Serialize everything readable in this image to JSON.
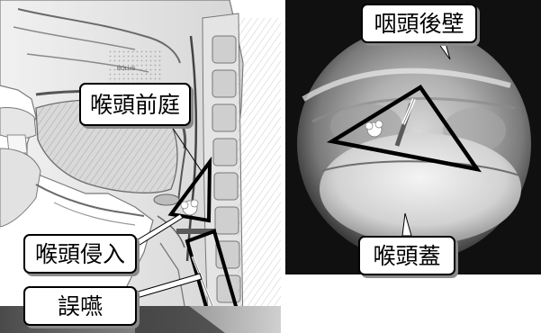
{
  "labels": {
    "laryngeal_vestibule": "喉頭前庭",
    "laryngeal_penetration": "喉頭侵入",
    "aspiration": "誤嚥",
    "posterior_pharyngeal_wall": "咽頭後壁",
    "epiglottis": "喉頭蓋"
  },
  "illustration_label": "BOLUS",
  "colors": {
    "outline": "#000000",
    "accent_line": "#5a5a5a",
    "endoscope_background": "#101010",
    "footer_gradient_dark": "#4a4a4a",
    "footer_gradient_light": "#d0d0d0"
  },
  "icons": {
    "sagittal_illustration": "head-neck-sagittal-section-image",
    "endoscope_view": "laryngoscopy-view-image",
    "bolus_marker": "bolus-blob-icon"
  }
}
